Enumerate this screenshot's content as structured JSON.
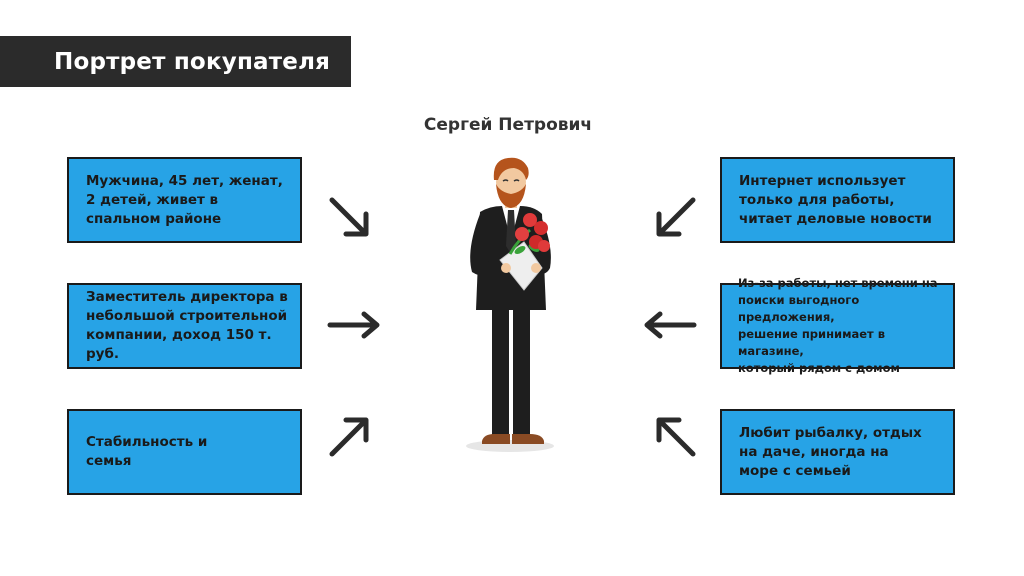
{
  "header": {
    "title": "Портрет покупателя"
  },
  "persona": {
    "name": "Сергей Петрович"
  },
  "cards": {
    "left_top": "Мужчина, 45 лет, женат,\n2 детей, живет в\nспальном районе",
    "left_middle": "Заместитель директора в\nнебольшой строительной\nкомпании, доход 150 т. руб.",
    "left_bottom": "Стабильность и\nсемья",
    "right_top": "Интернет использует\nтолько для работы,\nчитает деловые новости",
    "right_middle": "Из-за работы, нет времени на\nпоиски выгодного предложения,\nрешение принимает в магазине,\nкоторый рядом с домом",
    "right_bottom": "Любит рыбалку, отдых\nна даче, иногда на\nморе с семьей"
  },
  "colors": {
    "card_fill": "#27a3e6",
    "card_border": "#1a1a1a",
    "title_bar": "#2b2b2b",
    "arrow": "#2b2b2b"
  }
}
